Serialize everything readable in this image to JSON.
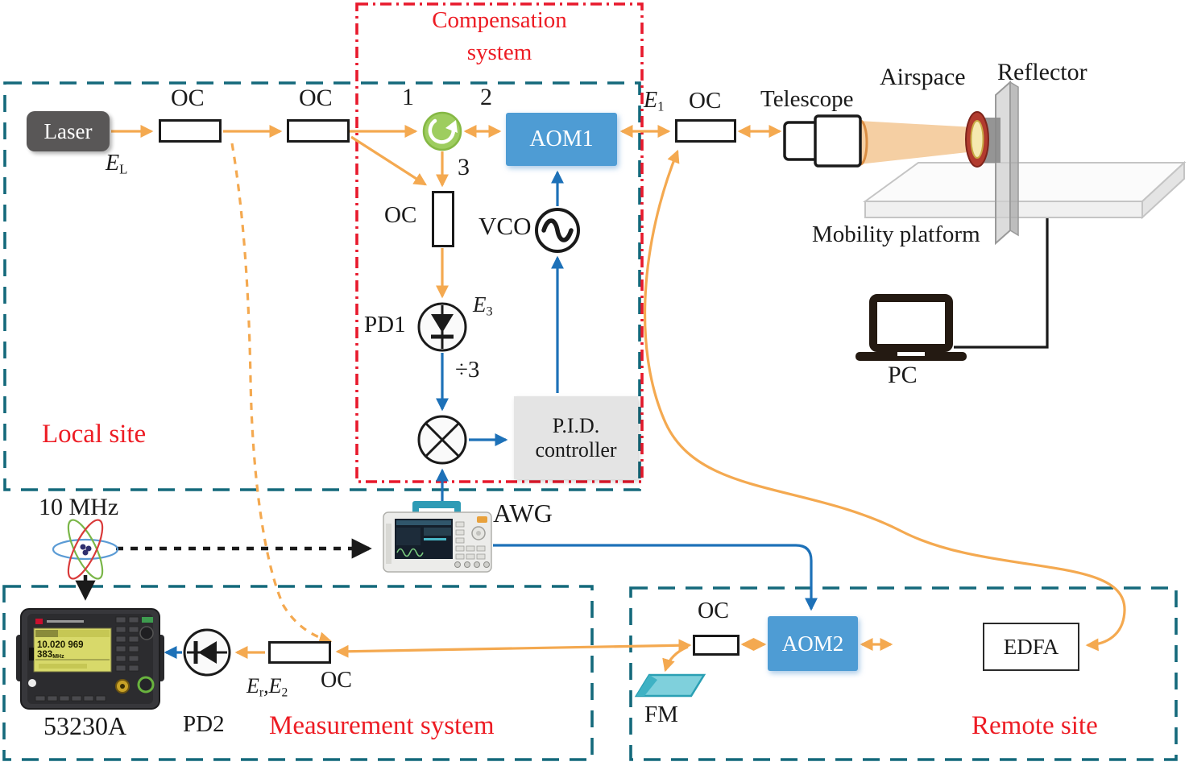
{
  "colors": {
    "site_border_teal": "#14697B",
    "compensation_border_red": "#E8192C",
    "label_red": "#ED1C24",
    "fiber_orange": "#F4A950",
    "rf_blue": "#1D71B8",
    "aom_blue": "#4E9CD4",
    "pid_gray": "#E4E4E4",
    "laser_gray": "#595757",
    "circulator_green": "#9ECD5F",
    "fm_teal": "#7FD0DC",
    "beam_tan": "#F5CFA3"
  },
  "sites": {
    "local": {
      "label": "Local site"
    },
    "compensation": {
      "line1": "Compensation",
      "line2": "system"
    },
    "measurement": {
      "label": "Measurement system"
    },
    "remote": {
      "label": "Remote site"
    }
  },
  "components": {
    "laser": {
      "label": "Laser"
    },
    "oc_labels": [
      "OC",
      "OC",
      "OC",
      "OC",
      "OC",
      "OC"
    ],
    "circulator": {
      "port1": "1",
      "port2": "2",
      "port3": "3"
    },
    "aom1": {
      "label": "AOM1"
    },
    "vco": {
      "label": "VCO"
    },
    "pd1": {
      "label": "PD1"
    },
    "divide_ratio": "÷3",
    "pid": {
      "line1": "P.I.D.",
      "line2": "controller"
    },
    "awg": {
      "label": "AWG"
    },
    "reference": {
      "label": "10 MHz"
    },
    "counter": {
      "model": "53230A",
      "display_value": "10.020 969 383",
      "display_unit": "MHz"
    },
    "pd2": {
      "label": "PD2"
    },
    "aom2": {
      "label": "AOM2"
    },
    "edfa": {
      "label": "EDFA"
    },
    "fm": {
      "label": "FM"
    },
    "telescope": {
      "label": "Telescope"
    },
    "airspace": {
      "label": "Airspace"
    },
    "reflector": {
      "label": "Reflector"
    },
    "platform": {
      "label": "Mobility platform"
    },
    "pc": {
      "label": "PC"
    }
  },
  "signals": {
    "e_l": {
      "base": "E",
      "sub": "L"
    },
    "e_1": {
      "base": "E",
      "sub": "1"
    },
    "e_3": {
      "base": "E",
      "sub": "3"
    },
    "e_r": {
      "base": "E",
      "sub": "r"
    },
    "e_2": {
      "base": "E",
      "sub": "2"
    },
    "comma": ","
  }
}
